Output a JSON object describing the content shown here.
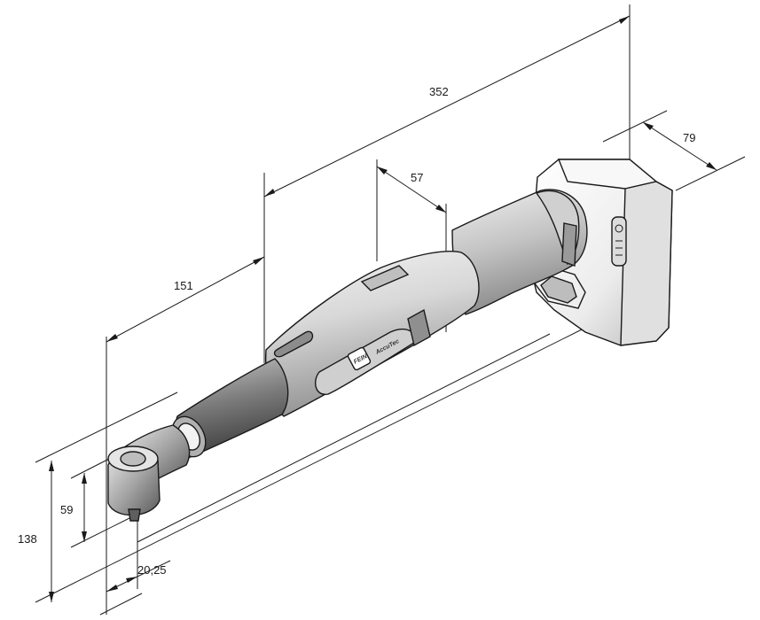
{
  "dimensions": {
    "overall_length": "352",
    "battery_width": "79",
    "handle_section": "57",
    "head_to_body": "151",
    "total_height": "138",
    "head_height": "59",
    "head_offset": "20,25"
  },
  "logo": {
    "brand_mark": "FEIN",
    "product_name": "AccuTec"
  },
  "colors": {
    "line": "#1a1a1a",
    "body_fill": "#dcdcdc",
    "shade_fill": "#a8a8a8",
    "dark_fill": "#6e6e6e"
  }
}
